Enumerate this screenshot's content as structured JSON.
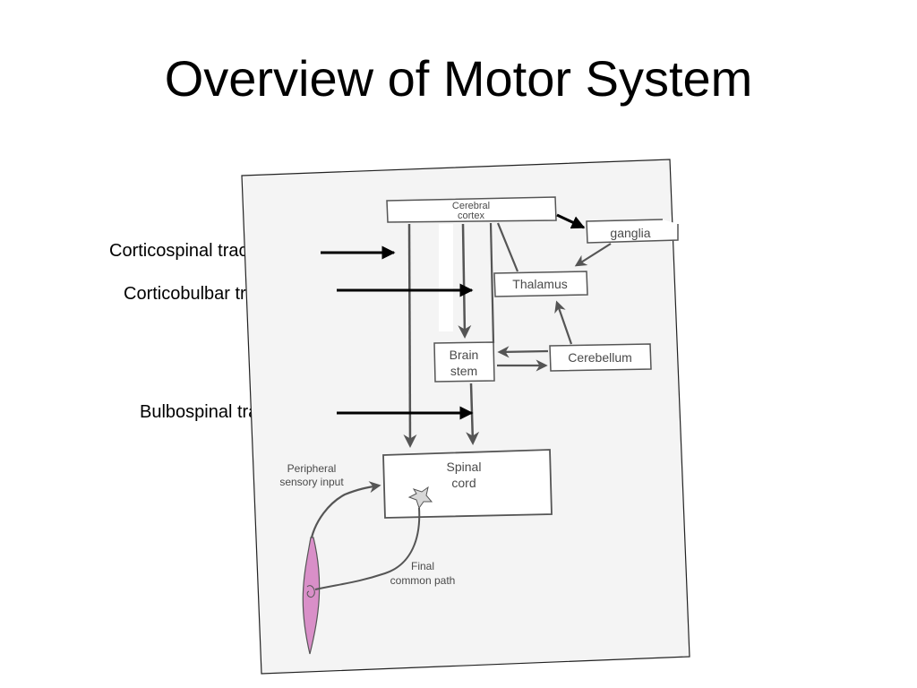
{
  "slide": {
    "title": "Overview of Motor System"
  },
  "labels": {
    "corticospinal": "Corticospinal tracts",
    "corticobulbar": "Corticobulbar tracts",
    "bulbospinal": "Bulbospinal tracts"
  },
  "figure": {
    "cerebral_cortex_line1": "Cerebral",
    "cerebral_cortex_line2": "cortex",
    "basal_ganglia": "ganglia",
    "thalamus": "Thalamus",
    "brain_stem_line1": "Brain",
    "brain_stem_line2": "stem",
    "cerebellum": "Cerebellum",
    "spinal_cord_line1": "Spinal",
    "spinal_cord_line2": "cord",
    "peripheral_line1": "Peripheral",
    "peripheral_line2": "sensory input",
    "final_line1": "Final",
    "final_line2": "common path"
  },
  "colors": {
    "text": "#000000",
    "figure_ink": "#4a4a4a",
    "figure_paper": "#f4f4f4",
    "muscle_fill": "#d98fc8"
  }
}
